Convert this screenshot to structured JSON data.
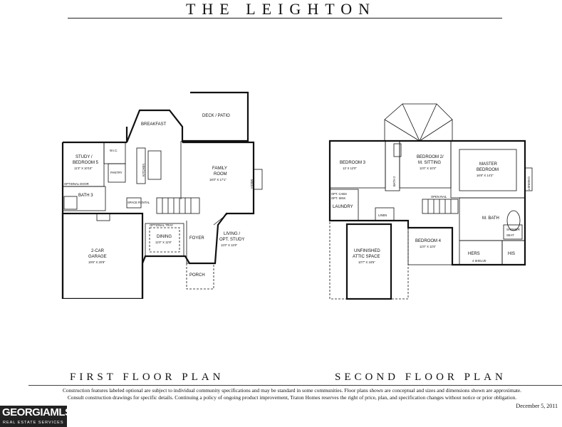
{
  "header": {
    "title": "THE LEIGHTON"
  },
  "first_floor": {
    "label": "FIRST FLOOR PLAN",
    "rooms": {
      "deck_patio": "DECK / PATIO",
      "breakfast": "BREAKFAST",
      "study": "STUDY /",
      "study2": "BEDROOM 5",
      "study_dim": "11'3\" X 10'10\"",
      "wic": "W.I.C.",
      "pantry": "PANTRY",
      "kitchen": "KITCHEN",
      "family": "FAMILY",
      "family2": "ROOM",
      "family_dim": "16'0\" X 17'1\"",
      "optional_door": "OPTIONAL DOOR",
      "bath": "BATH 3",
      "space_rental": "SPACE RENTAL",
      "garage": "2-CAR",
      "garage2": "GARAGE",
      "garage_dim": "19'6\" X 20'9\"",
      "optional_tray": "OPTIONAL TRAY",
      "dining": "DINING",
      "dining_dim": "11'0\" X 11'9\"",
      "foyer": "FOYER",
      "living": "LIVING /",
      "living2": "OPT. STUDY",
      "living_dim": "11'0\" X 11'9\"",
      "porch": "PORCH",
      "media": "MEDIA"
    }
  },
  "second_floor": {
    "label": "SECOND FLOOR PLAN",
    "rooms": {
      "bedroom3": "BEDROOM 3",
      "bedroom3_dim": "13' X 12'0\"",
      "bath2": "BATH 2",
      "bedroom2": "BEDROOM 2/",
      "bedroom2b": "M. SITTING",
      "bedroom2_dim": "11'0\" X 10'3\"",
      "master": "MASTER",
      "master2": "BEDROOM",
      "master_dim": "16'8\" X 14'2\"",
      "chimney": "CHIMNEY",
      "opt_cabs": "OPT. CABS",
      "opt_sink": "OPT. SINK",
      "laundry": "LAUNDRY",
      "open_rail": "OPEN RAIL",
      "linen": "LINEN",
      "mbath": "M. BATH",
      "shower": "SHOWER",
      "seat": "SEAT",
      "attic": "UNFINISHED",
      "attic2": "ATTIC SPACE",
      "attic_dim": "10'7\" X 18'5\"",
      "bedroom4": "BEDROOM 4",
      "bedroom4_dim": "11'0\" X 11'5\"",
      "hers": "HERS",
      "his": "HIS",
      "shelve": "4 SHELVE"
    }
  },
  "footer": {
    "disclaimer1": "Construction features labeled optional are subject to individual community specifications and may be standard in some communities. Floor plans shown are conceptual and sizes and dimensions shown are approximate.",
    "disclaimer2": "Consult construction drawings for specific details. Continuing a policy of ongoing product improvement, Traton Homes reserves the right of price, plan, and specification changes without notice or prior obligation.",
    "date": "December 5, 2011"
  },
  "logo": {
    "main": "GEORGIAMLS",
    "sub": "REAL ESTATE SERVICES"
  }
}
